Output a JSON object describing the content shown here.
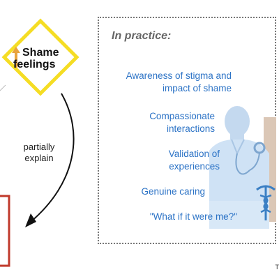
{
  "left": {
    "shame_line1": "Shame",
    "shame_line2": "feelings",
    "explain_line1": "partially",
    "explain_line2": "explain"
  },
  "panel": {
    "title": "In practice:",
    "items": [
      {
        "line1": "Awareness of stigma and",
        "line2": "impact of shame"
      },
      {
        "line1": "Compassionate",
        "line2": "interactions"
      },
      {
        "line1": "Validation of",
        "line2": "experiences"
      },
      {
        "line1": "Genuine caring"
      },
      {
        "line1": "\"What if it were me?\""
      }
    ]
  },
  "corner_text": "T",
  "colors": {
    "diamond_border": "#f5dd24",
    "arrow_up": "#e8a33d",
    "practice_text": "#2c73c6",
    "box_border": "#c0392b",
    "doctor_fill": "#cfe2f5"
  },
  "icons": [
    "arrow-up-icon",
    "doctor-illustration-icon",
    "caduceus-icon"
  ]
}
